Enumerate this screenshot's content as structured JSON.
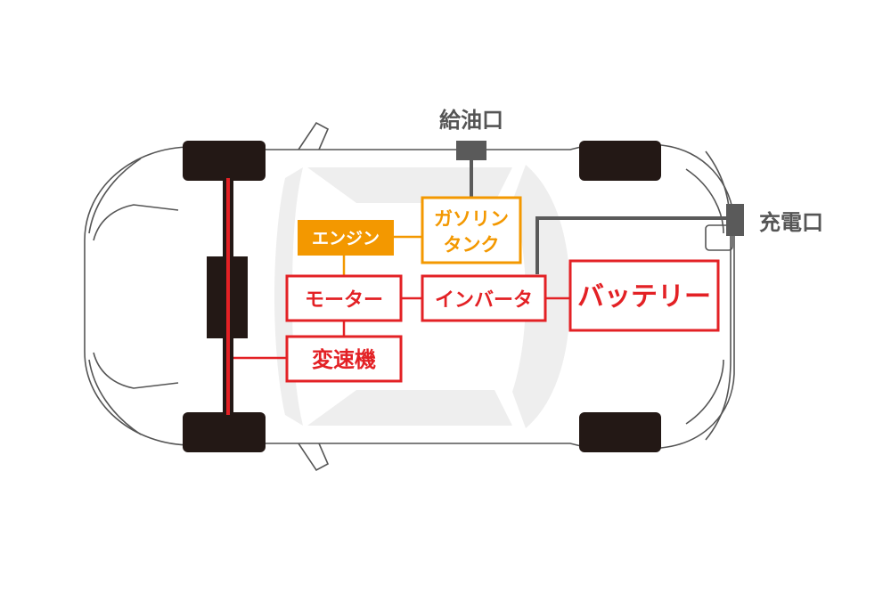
{
  "labels": {
    "fuel_port": "給油口",
    "charge_port": "充電口",
    "engine": "エンジン",
    "fuel_tank_line1": "ガソリン",
    "fuel_tank_line2": "タンク",
    "motor": "モーター",
    "inverter": "インバータ",
    "battery": "バッテリー",
    "transmission": "変速機"
  },
  "colors": {
    "engine_orange": "#f39800",
    "electric_red": "#e32125",
    "port_gray": "#5a5a5a",
    "wheel_black": "#231815",
    "car_outline": "#555555",
    "window_gray": "#eeeeee"
  }
}
